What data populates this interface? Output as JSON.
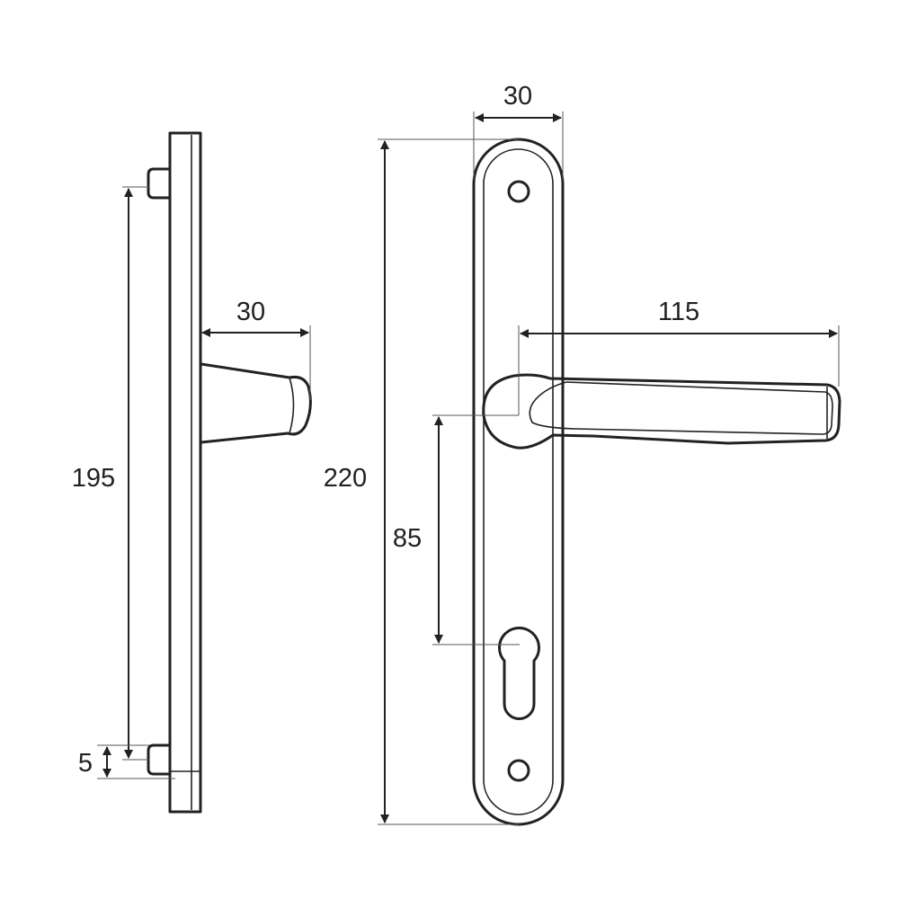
{
  "side_view": {
    "dim_bolt_spacing": "195",
    "dim_handle_projection": "30",
    "dim_bolt_offset": "5"
  },
  "front_view": {
    "dim_plate_width": "30",
    "dim_plate_height": "220",
    "dim_lever_length": "115",
    "dim_centre_distance": "85"
  },
  "colors": {
    "line": "#222222",
    "background": "#ffffff"
  }
}
